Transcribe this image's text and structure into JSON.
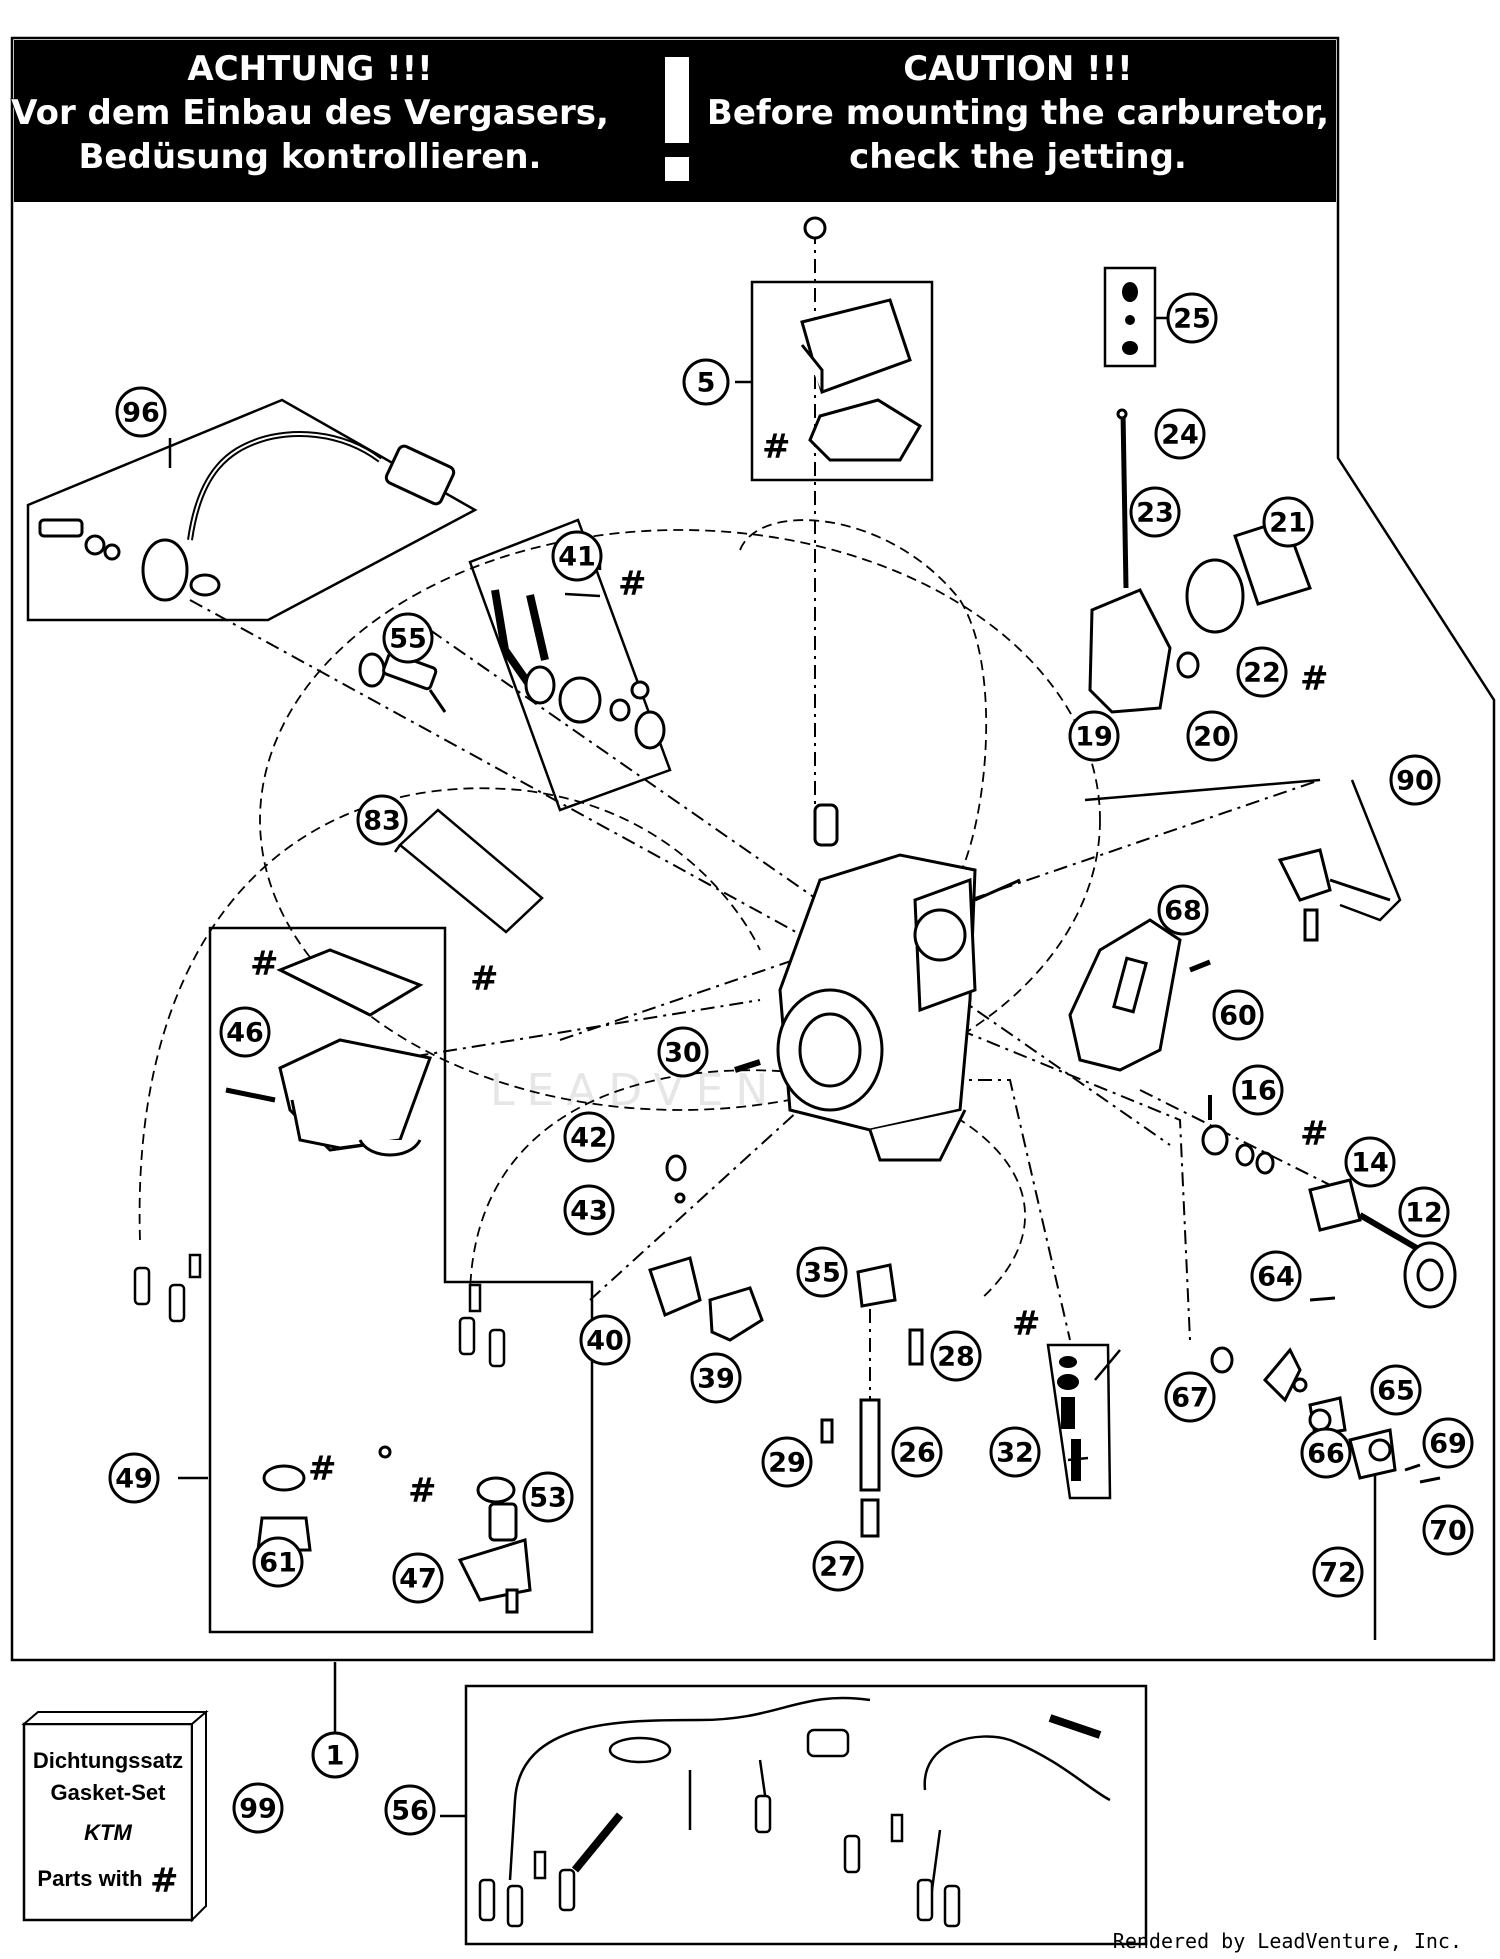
{
  "banner": {
    "de_title": "ACHTUNG !!!",
    "de_line1": "Vor dem Einbau des Vergasers,",
    "de_line2": "Bedüsung kontrollieren.",
    "en_title": "CAUTION !!!",
    "en_line1": "Before mounting the carburetor,",
    "en_line2": "check the jetting."
  },
  "hash_symbol": "#",
  "callouts": [
    "1",
    "5",
    "12",
    "14",
    "16",
    "19",
    "20",
    "21",
    "22",
    "23",
    "24",
    "25",
    "26",
    "27",
    "28",
    "29",
    "30",
    "32",
    "35",
    "39",
    "40",
    "41",
    "42",
    "43",
    "46",
    "47",
    "49",
    "53",
    "55",
    "56",
    "60",
    "61",
    "64",
    "65",
    "66",
    "67",
    "68",
    "69",
    "70",
    "72",
    "83",
    "90",
    "96",
    "99"
  ],
  "gasket_set": {
    "line1": "Dichtungssatz",
    "line2": "Gasket-Set",
    "brand": "KTM",
    "line3": "Parts with"
  },
  "watermark": "LEADVENTURE",
  "footer": "Rendered by LeadVenture, Inc."
}
